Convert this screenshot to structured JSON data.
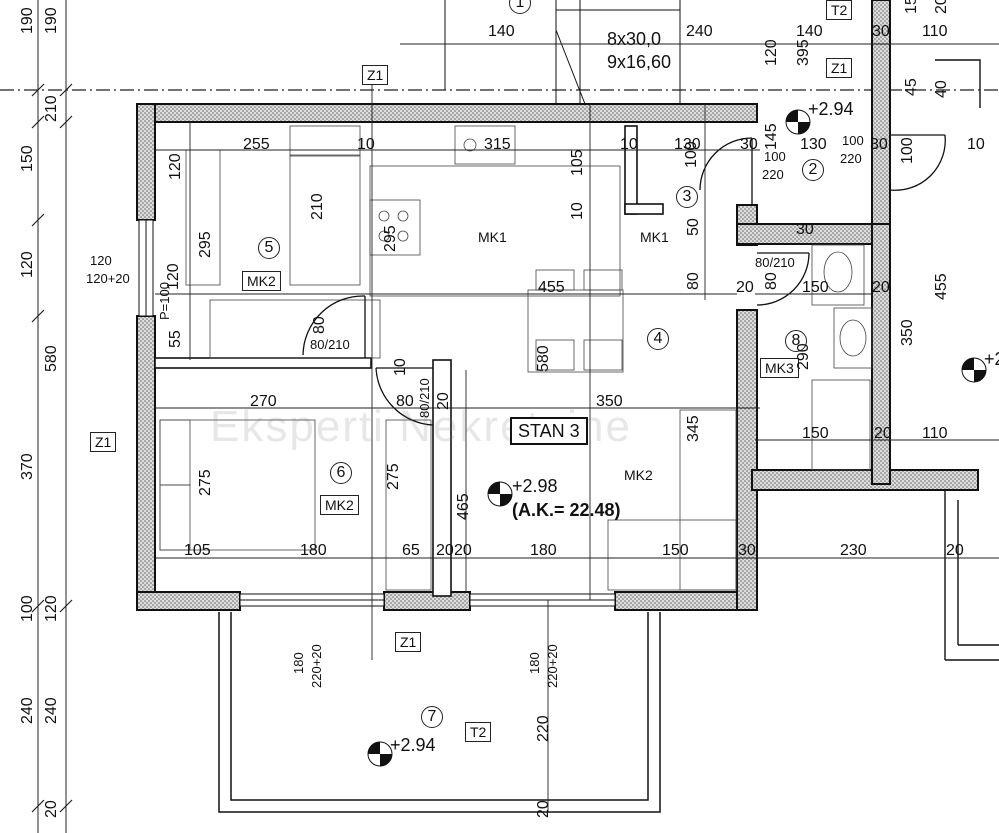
{
  "apartment": {
    "label": "STAN 3",
    "elevation": "+2.98",
    "floor_area": "(A.K.= 22.48)"
  },
  "stairs": {
    "line1": "8x30,0",
    "line2": "9x16,60"
  },
  "watermark": "Eksperti Nekretnine",
  "room_numbers": [
    "1",
    "2",
    "3",
    "4",
    "5",
    "6",
    "7",
    "8"
  ],
  "tags": {
    "z1": "Z1",
    "t2": "T2",
    "mk1": "MK1",
    "mk2": "MK2",
    "mk3": "MK3"
  },
  "elevations": {
    "top": "+2.94",
    "balcony": "+2.94",
    "right": "+2"
  },
  "dimensions": {
    "d140": "140",
    "d240": "240",
    "d120": "120",
    "d140b": "140",
    "d30": "30",
    "d110": "110",
    "d255": "255",
    "d10a": "10",
    "d315": "315",
    "d105": "105",
    "d10b": "10",
    "d130": "130",
    "d30b": "30",
    "d100": "100",
    "d220": "220",
    "d130b": "130",
    "d100b": "100",
    "d220b": "220",
    "d30c": "30",
    "d100c": "100",
    "d10c": "10",
    "d120a": "120",
    "d210": "210",
    "d295": "295",
    "d295b": "295",
    "d120b": "120",
    "d120_20": "120+20",
    "d120c": "120",
    "p100": "P=100",
    "d80_210a": "80/210",
    "d80_210b": "80/210",
    "d80_210c": "80/210",
    "d455": "455",
    "d580": "580",
    "d80a": "80",
    "d80b": "80",
    "d80c": "80",
    "d20a": "20",
    "d150": "150",
    "d455b": "455",
    "d350": "350",
    "d290": "290",
    "d10d": "10",
    "d55": "55",
    "d270": "270",
    "d465": "465",
    "d350b": "350",
    "d345": "345",
    "d150b": "150",
    "d20b": "20",
    "d110b": "110",
    "d275": "275",
    "d275b": "275",
    "d105b": "105",
    "d180": "180",
    "d65": "65",
    "d20c": "20",
    "d20d": "20",
    "d180b": "180",
    "d150c": "150",
    "d30d": "30",
    "d230": "230",
    "d20e": "20",
    "d180c": "180",
    "d220_20": "220+20",
    "d180d": "180",
    "d220_20b": "220+20",
    "d220c": "220",
    "d50": "50",
    "d10e": "10",
    "d145": "145",
    "d395": "395",
    "left190": "190",
    "left210": "210",
    "left150": "150",
    "left120": "120",
    "left580": "580",
    "left370": "370",
    "left100": "100",
    "left120b": "120",
    "left240": "240",
    "left240b": "240",
    "left20": "20",
    "d20f": "20",
    "d150d": "150",
    "d80d": "80",
    "d20g": "20",
    "d40": "40",
    "d45": "45",
    "d100d": "100",
    "d220d": "220",
    "d20h": "20",
    "d20i": "20"
  }
}
